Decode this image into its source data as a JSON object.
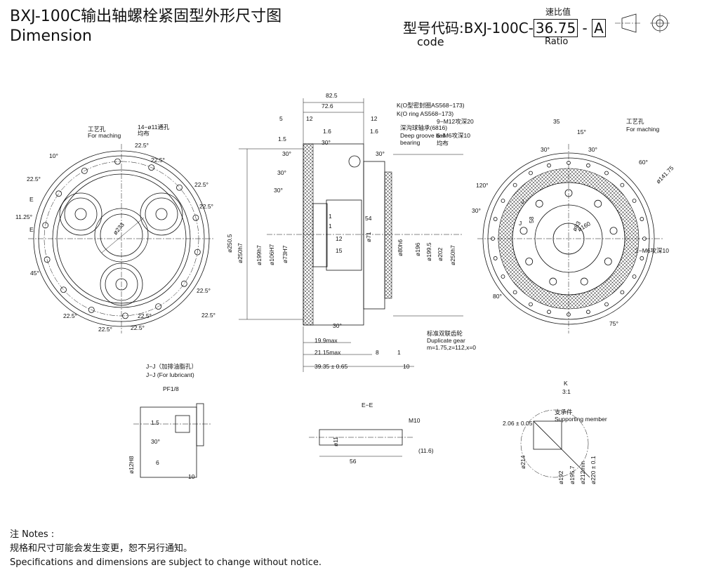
{
  "header": {
    "title_cn": "BXJ-100C输出轴螺栓紧固型外形尺寸图",
    "title_en": "Dimension",
    "model_prefix": "型号代码:BXJ-100C-",
    "ratio_value": "36.75",
    "dash": "-",
    "suffix": "A",
    "speed_ratio_cn": "速比值",
    "code_en": "code",
    "ratio_en": "Ratio"
  },
  "left_view": {
    "labels": [
      "工艺孔",
      "For maching",
      "14−ø11通孔",
      "均布",
      "22.5°",
      "10°",
      "22.5°",
      "22.5°",
      "22.5°",
      "E",
      "22.5°",
      "11.25°",
      "E",
      "ø233",
      "45°",
      "22.5°",
      "22.5°",
      "22.5°",
      "22.5°",
      "22.5°",
      "22.5°"
    ]
  },
  "section_view": {
    "top_dims": [
      "82.5",
      "72.6",
      "5",
      "12",
      "12",
      "1.5",
      "1.6",
      "1.6"
    ],
    "angles": [
      "30°",
      "30°",
      "30°",
      "30°",
      "30°",
      "30°"
    ],
    "diameters": [
      "ø250.5",
      "ø250h7",
      "ø199h7",
      "ø106H7",
      "ø73H7",
      "ø71",
      "ø80h6",
      "ø196",
      "ø199.5",
      "ø202",
      "ø250h7"
    ],
    "inner": [
      "1",
      "1",
      "12",
      "15",
      "54"
    ],
    "callouts": [
      "K(O型密封圈AS568−173)",
      "K(O ring AS568−173)",
      "深沟球轴承(6816)",
      "Deep groove ball",
      "bearing",
      "标准双联齿轮",
      "Duplicate gear",
      "m=1.75,z=112,x=0"
    ],
    "bottom_dims": [
      "19.9max",
      "21.15max",
      "39.35 ± 0.65",
      "8",
      "1",
      "10"
    ]
  },
  "right_view": {
    "labels": [
      "9−M12攻深20",
      "6−M6攻深10",
      "均布",
      "35",
      "15°",
      "工艺孔",
      "For maching",
      "30°",
      "30°",
      "60°",
      "ø141.75",
      "120°",
      "30°",
      "J",
      "J",
      "58",
      "ø83",
      "ø160",
      "2−M6攻深10",
      "80°",
      "75°"
    ]
  },
  "detail_jj": {
    "title_cn": "J−J（加排油脂孔）",
    "title_en": "J−J (For lubricant)",
    "labels": [
      "PF1/8",
      "1.5",
      "30°",
      "6",
      "10",
      "ø12H8"
    ]
  },
  "detail_ee": {
    "title": "E−E",
    "labels": [
      "M10",
      "ø11",
      "56",
      "(11.6)"
    ]
  },
  "detail_k": {
    "title": "K",
    "scale": "3:1",
    "labels": [
      "支承件",
      "Supporting member",
      "2.06 ± 0.05",
      "ø214",
      "ø192",
      "ø195.7",
      "ø212min",
      "ø220 ± 0.1"
    ]
  },
  "notes": {
    "title": "注 Notes :",
    "line_cn": "规格和尺寸可能会发生变更，恕不另行通知。",
    "line_en": "Specifications and dimensions are subject to change without notice."
  }
}
